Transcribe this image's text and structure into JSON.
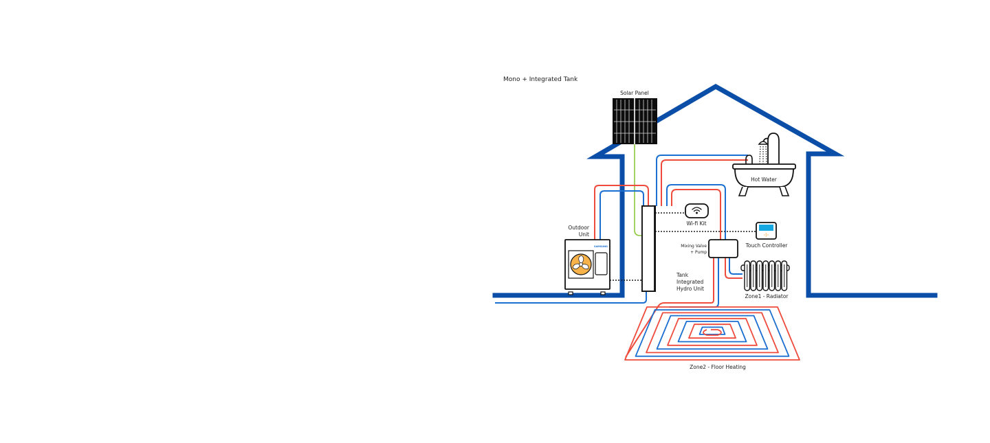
{
  "diagram": {
    "title": "Mono + Integrated Tank",
    "components": {
      "solar_panel": "Solar Panel",
      "hot_water": "Hot Water",
      "outdoor_unit_line1": "Outdoor",
      "outdoor_unit_line2": "Unit",
      "outdoor_brand": "SAMSUNG",
      "wifi_kit": "Wi-fi Kit",
      "touch_controller": "Touch Controller",
      "mixing_valve_line1": "Mixing Valve",
      "mixing_valve_line2": "+ Pump",
      "tank_line1": "Tank",
      "tank_line2": "Integrated",
      "tank_line3": "Hydro Unit",
      "zone1": "Zone1 - Radiator",
      "zone2": "Zone2 - Floor Heating"
    },
    "colors": {
      "house": "#0a4ea8",
      "hot_pipe": "#ee4b3c",
      "cold_pipe": "#1b6fd0",
      "solar_line": "#8cc63f",
      "fan": "#f7b24a",
      "screen": "#16a9e1"
    }
  }
}
